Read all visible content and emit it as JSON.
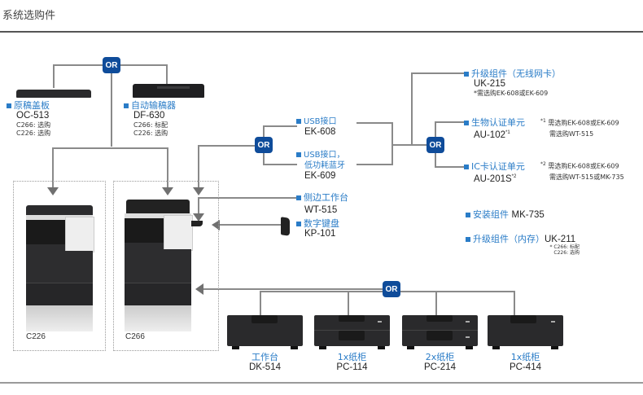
{
  "page": {
    "title": "系统选购件"
  },
  "or_label": "OR",
  "top_options": [
    {
      "category": "原稿盖板",
      "model": "OC-513",
      "notes": [
        "C266: 选购",
        "C226: 选购"
      ],
      "icon": "platen-cover-icon"
    },
    {
      "category": "自动输稿器",
      "model": "DF-630",
      "notes": [
        "C266: 标配",
        "C226: 选购"
      ],
      "icon": "document-feeder-icon"
    }
  ],
  "interface_options": [
    {
      "category": "USB接口",
      "model": "EK-608"
    },
    {
      "category": "USB接口，",
      "category_line2": "低功耗蓝牙",
      "model": "EK-609"
    }
  ],
  "right_options": {
    "wireless": {
      "category": "升级组件（无线网卡）",
      "model": "UK-215",
      "note": "*需选购EK-608或EK-609"
    },
    "biometric": {
      "category": "生物认证单元",
      "model": "AU-102",
      "model_sup": "*1",
      "note_mark": "*1",
      "notes": [
        "需选购EK-608或EK-609",
        "需选购WT-515"
      ]
    },
    "ic_card": {
      "category": "IC卡认证单元",
      "model": "AU-201S",
      "model_sup": "*2",
      "note_mark": "*2",
      "notes": [
        "需选购EK-608或EK-609",
        "需选购WT-515或MK-735"
      ]
    },
    "mount": {
      "category": "安装组件",
      "model": "MK-735"
    },
    "memory": {
      "category": "升级组件（内存）",
      "model": "UK-211",
      "notes": [
        "* C266: 标配",
        "C226: 选购"
      ]
    }
  },
  "side_options": [
    {
      "category": "侧边工作台",
      "model": "WT-515",
      "icon": "working-table-icon"
    },
    {
      "category": "数字键盘",
      "model": "KP-101",
      "icon": "keypad-icon"
    }
  ],
  "machines": [
    {
      "name": "C226"
    },
    {
      "name": "C266"
    }
  ],
  "bottom_options": [
    {
      "category": "工作台",
      "model": "DK-514"
    },
    {
      "category": "1x纸柜",
      "model": "PC-114"
    },
    {
      "category": "2x纸柜",
      "model": "PC-214"
    },
    {
      "category": "1x纸柜",
      "model": "PC-414"
    }
  ],
  "colors": {
    "accent": "#2a7cc7",
    "or_badge": "#0f4c9a",
    "line": "#8a8a8a"
  }
}
